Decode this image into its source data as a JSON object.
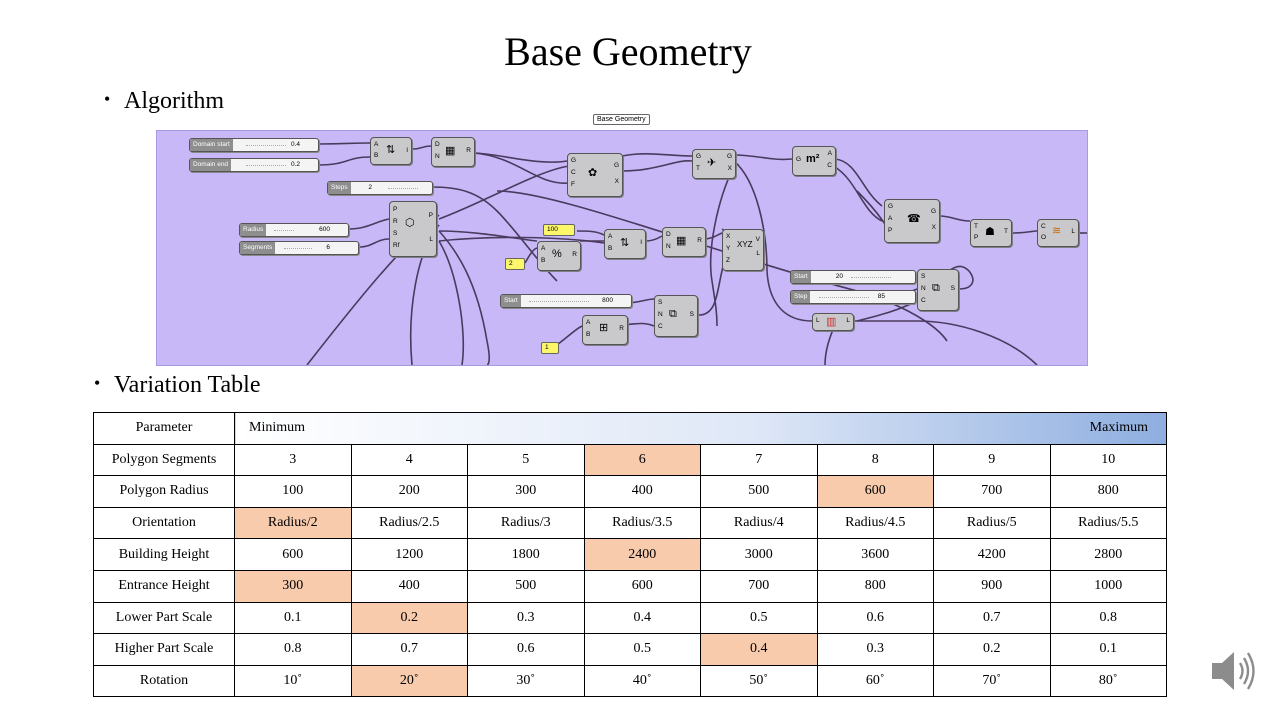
{
  "slide": {
    "title": "Base Geometry",
    "bullet1": "Algorithm",
    "bullet2": "Variation Table"
  },
  "canvas": {
    "tooltip": "Base Geometry",
    "sliders": {
      "domain_start": {
        "label": "Domain start",
        "value": "0.4"
      },
      "domain_end": {
        "label": "Domain end",
        "value": "0.2"
      },
      "steps": {
        "label": "Steps",
        "value": "2"
      },
      "radius": {
        "label": "Radius",
        "value": "600"
      },
      "segments": {
        "label": "Segments",
        "value": "6"
      },
      "start_a": {
        "label": "Start",
        "value": "800"
      },
      "start_b": {
        "label": "Start",
        "value": "20"
      },
      "step": {
        "label": "Step",
        "value": "85"
      }
    },
    "panels": {
      "p100": "100",
      "p2": "2",
      "p1": "1"
    }
  },
  "table": {
    "header": {
      "param": "Parameter",
      "min": "Minimum",
      "max": "Maximum"
    },
    "rows": [
      {
        "name": "Polygon  Segments",
        "values": [
          "3",
          "4",
          "5",
          "6",
          "7",
          "8",
          "9",
          "10"
        ],
        "hl": 3
      },
      {
        "name": "Polygon  Radius",
        "values": [
          "100",
          "200",
          "300",
          "400",
          "500",
          "600",
          "700",
          "800"
        ],
        "hl": 5
      },
      {
        "name": "Orientation",
        "values": [
          "Radius/2",
          "Radius/2.5",
          "Radius/3",
          "Radius/3.5",
          "Radius/4",
          "Radius/4.5",
          "Radius/5",
          "Radius/5.5"
        ],
        "hl": 0
      },
      {
        "name": "Building  Height",
        "values": [
          "600",
          "1200",
          "1800",
          "2400",
          "3000",
          "3600",
          "4200",
          "2800"
        ],
        "hl": 3
      },
      {
        "name": "Entrance  Height",
        "values": [
          "300",
          "400",
          "500",
          "600",
          "700",
          "800",
          "900",
          "1000"
        ],
        "hl": 0
      },
      {
        "name": "Lower Part Scale",
        "values": [
          "0.1",
          "0.2",
          "0.3",
          "0.4",
          "0.5",
          "0.6",
          "0.7",
          "0.8"
        ],
        "hl": 1
      },
      {
        "name": "Higher  Part Scale",
        "values": [
          "0.8",
          "0.7",
          "0.6",
          "0.5",
          "0.4",
          "0.3",
          "0.2",
          "0.1"
        ],
        "hl": 4
      },
      {
        "name": "Rotation",
        "values": [
          "10˚",
          "20˚",
          "30˚",
          "40˚",
          "50˚",
          "60˚",
          "70˚",
          "80˚"
        ],
        "hl": 1
      }
    ]
  },
  "icons": {
    "speaker": "speaker-icon"
  },
  "colors": {
    "canvas": "#c8b8f8",
    "highlight": "#f8cbad",
    "gradient_end": "#8eaee0"
  }
}
